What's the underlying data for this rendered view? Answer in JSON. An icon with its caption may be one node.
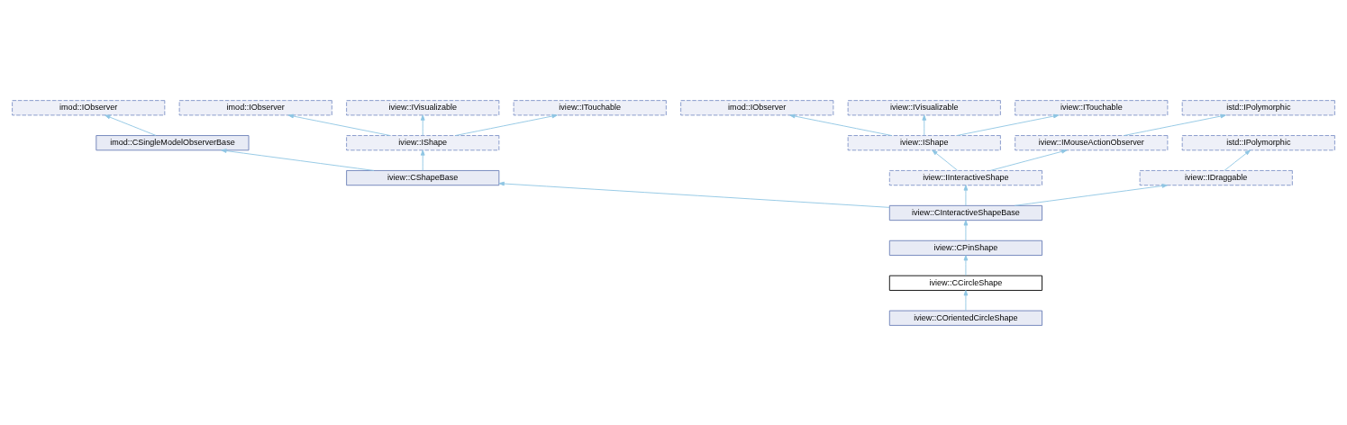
{
  "diagram": {
    "nodes": [
      {
        "text": [
          "imod::IObserver"
        ]
      },
      {
        "text": [
          "imod::IObserver"
        ]
      },
      {
        "text": [
          "iview::IVisualizable"
        ]
      },
      {
        "text": [
          "iview::IVisualizable"
        ]
      },
      {
        "text": [
          "imod::IObserver"
        ]
      },
      {
        "text": [
          "iview::ITouchable"
        ]
      },
      {
        "text": [
          "iview::ITouchable"
        ]
      },
      {
        "text": [
          "istd::IPolymorphic"
        ]
      },
      {
        "text": [
          "imod::CSingleModelObserverBase"
        ]
      },
      {
        "text": [
          "iview::IShape"
        ]
      },
      {
        "text": [
          "iview::IShape"
        ]
      },
      {
        "text": [
          "iview::IMouseActionObserver"
        ]
      },
      {
        "text": [
          "istd::IPolymorphic"
        ]
      },
      {
        "text": [
          "iview::CShapeBase"
        ]
      },
      {
        "text": [
          "iview::IInteractiveShape"
        ]
      },
      {
        "text": [
          "iview::IDraggable"
        ]
      },
      {
        "text": [
          "iview::CInteractiveShapeBase"
        ]
      },
      {
        "text": [
          "iview::CPinShape"
        ]
      },
      {
        "text": [
          "iview::CCircleShape"
        ]
      },
      {
        "text": [
          "iview::COrientedCircleShape"
        ]
      }
    ],
    "edges": [
      {
        "from": 8,
        "to": 4,
        "arrow": "to"
      },
      {
        "from": 9,
        "to": 0,
        "arrow": "to"
      },
      {
        "from": 9,
        "to": 2,
        "arrow": "to"
      },
      {
        "from": 9,
        "to": 5,
        "arrow": "to"
      },
      {
        "from": 10,
        "to": 1,
        "arrow": "to"
      },
      {
        "from": 10,
        "to": 3,
        "arrow": "to"
      },
      {
        "from": 10,
        "to": 6,
        "arrow": "to"
      },
      {
        "from": 11,
        "to": 7,
        "arrow": "to"
      },
      {
        "from": 13,
        "to": 8,
        "arrow": "to"
      },
      {
        "from": 13,
        "to": 9,
        "arrow": "to"
      },
      {
        "from": 14,
        "to": 10,
        "arrow": "to"
      },
      {
        "from": 14,
        "to": 11,
        "arrow": "to"
      },
      {
        "from": 15,
        "to": 12,
        "arrow": "to"
      },
      {
        "from": 16,
        "to": 13,
        "arrow": "to"
      },
      {
        "from": 16,
        "to": 14,
        "arrow": "to"
      },
      {
        "from": 16,
        "to": 15,
        "arrow": "to"
      },
      {
        "from": 17,
        "to": 16,
        "arrow": "to"
      },
      {
        "from": 18,
        "to": 17,
        "arrow": "to"
      },
      {
        "from": 19,
        "to": 18,
        "arrow": "to"
      }
    ]
  }
}
